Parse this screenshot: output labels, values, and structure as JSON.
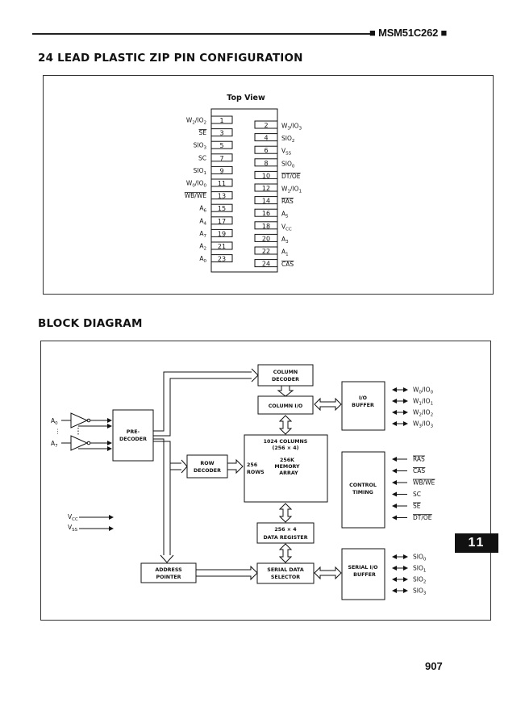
{
  "header": {
    "part_number": "■ MSM51C262 ■"
  },
  "pin_section": {
    "title": "24 LEAD PLASTIC ZIP PIN CONFIGURATION",
    "view_label": "Top View",
    "left_pins": [
      {
        "number": "1",
        "label": "W2/IO2"
      },
      {
        "number": "3",
        "label": "SE",
        "overbar": true
      },
      {
        "number": "5",
        "label": "SIO3"
      },
      {
        "number": "7",
        "label": "SC"
      },
      {
        "number": "9",
        "label": "SIO1"
      },
      {
        "number": "11",
        "label": "W0/IO0"
      },
      {
        "number": "13",
        "label": "WB/WE",
        "overbar": true
      },
      {
        "number": "15",
        "label": "A6"
      },
      {
        "number": "17",
        "label": "A4"
      },
      {
        "number": "19",
        "label": "A7"
      },
      {
        "number": "21",
        "label": "A2"
      },
      {
        "number": "23",
        "label": "A0"
      }
    ],
    "right_pins": [
      {
        "number": "2",
        "label": "W3/IO3"
      },
      {
        "number": "4",
        "label": "SIO2"
      },
      {
        "number": "6",
        "label": "VSS"
      },
      {
        "number": "8",
        "label": "SIO0"
      },
      {
        "number": "10",
        "label": "DT/OE",
        "overbar": true
      },
      {
        "number": "12",
        "label": "W1/IO1"
      },
      {
        "number": "14",
        "label": "RAS",
        "overbar": true
      },
      {
        "number": "16",
        "label": "A5"
      },
      {
        "number": "18",
        "label": "VCC"
      },
      {
        "number": "20",
        "label": "A3"
      },
      {
        "number": "22",
        "label": "A1"
      },
      {
        "number": "24",
        "label": "CAS",
        "overbar": true
      }
    ]
  },
  "block_section": {
    "title": "BLOCK DIAGRAM",
    "blocks": {
      "predecoder": [
        "PRE-",
        "DECODER"
      ],
      "column_decoder": [
        "COLUMN",
        "DECODER"
      ],
      "column_io": [
        "COLUMN I/O"
      ],
      "io_buffer": [
        "I/O",
        "BUFFER"
      ],
      "memory_array_top": [
        "1024 COLUMNS",
        "(256 × 4)"
      ],
      "memory_array_center": [
        "256K",
        "MEMORY",
        "ARRAY"
      ],
      "memory_array_rows": [
        "256",
        "ROWS"
      ],
      "row_decoder": [
        "ROW",
        "DECODER"
      ],
      "control_timing": [
        "CONTROL",
        "TIMING"
      ],
      "data_register": [
        "256 × 4",
        "DATA REGISTER"
      ],
      "address_pointer": [
        "ADDRESS",
        "POINTER"
      ],
      "serial_data_selector": [
        "SERIAL DATA",
        "SELECTOR"
      ],
      "serial_io_buffer": [
        "SERIAL I/O",
        "BUFFER"
      ]
    },
    "address_inputs": [
      "A0",
      "A7"
    ],
    "power_inputs": [
      "VCC",
      "VSS"
    ],
    "io_buffer_signals": [
      "W0/IO0",
      "W1/IO1",
      "W2/IO2",
      "W3/IO3"
    ],
    "control_signals": [
      {
        "label": "RAS",
        "overbar": true
      },
      {
        "label": "CAS",
        "overbar": true
      },
      {
        "label": "WB/WE",
        "overbar": true
      },
      {
        "label": "SC",
        "overbar": false
      },
      {
        "label": "SE",
        "overbar": true
      },
      {
        "label": "DT/OE",
        "overbar": true
      }
    ],
    "serial_signals": [
      "SIO0",
      "SIO1",
      "SIO2",
      "SIO3"
    ]
  },
  "footer": {
    "page_number": "907",
    "section_tab": "11"
  }
}
